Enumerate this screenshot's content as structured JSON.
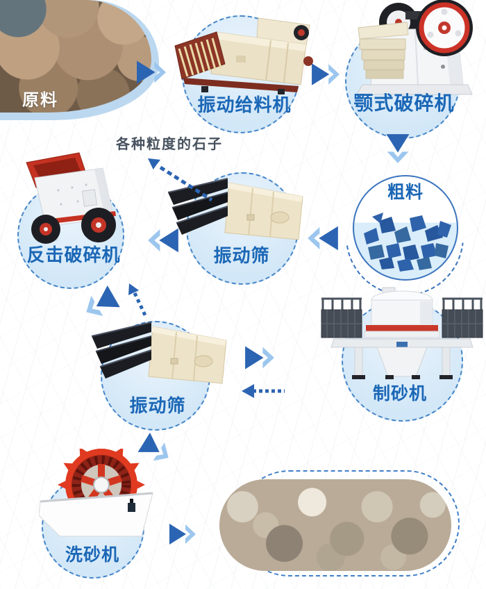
{
  "palette": {
    "label_blue": "#1b67b6",
    "arrow_blue": "#2b64b2",
    "arrow_light_blue": "#9cc6ee",
    "circle_fill": "#d2e7f7",
    "circle_dash_border": "#4585c8",
    "note_gray": "#47525e",
    "rock_blue": "#2e62ab",
    "machine_red": "#c53222",
    "machine_cream": "#ebe1c6"
  },
  "nodes": {
    "raw_material": {
      "label": "原料"
    },
    "vibrating_feeder": {
      "label": "振动给料机"
    },
    "jaw_crusher": {
      "label": "颚式破碎机"
    },
    "coarse_material": {
      "label": "粗料"
    },
    "vibrating_screen_1": {
      "label": "振动筛"
    },
    "impact_crusher": {
      "label": "反击破碎机"
    },
    "vibrating_screen_2": {
      "label": "振动筛"
    },
    "sand_maker": {
      "label": "制砂机"
    },
    "sand_washer": {
      "label": "洗砂机"
    }
  },
  "annotations": {
    "various_sizes_note": "各种粒度的石子"
  }
}
